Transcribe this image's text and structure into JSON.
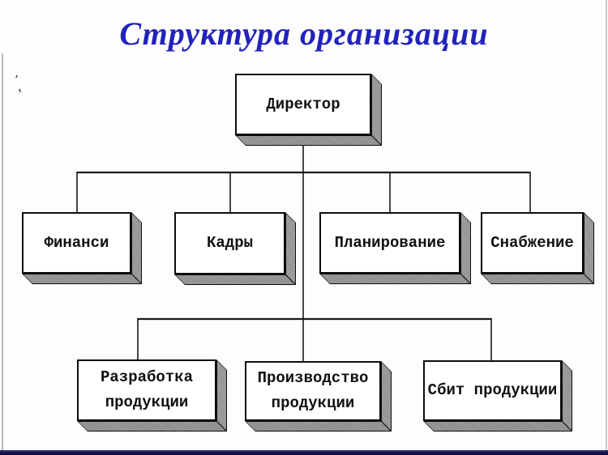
{
  "slide": {
    "title": "Структура организации",
    "artifacts": [
      "’",
      "‚"
    ]
  },
  "org": {
    "nodes": [
      {
        "id": "director",
        "lines": [
          "Директор"
        ]
      },
      {
        "id": "finance",
        "lines": [
          "Финанси"
        ]
      },
      {
        "id": "personnel",
        "lines": [
          "Кадры"
        ]
      },
      {
        "id": "planning",
        "lines": [
          "Планирование"
        ]
      },
      {
        "id": "supply",
        "lines": [
          "Снабжение"
        ]
      },
      {
        "id": "product-development",
        "lines": [
          "Разработка",
          "продукции"
        ]
      },
      {
        "id": "production",
        "lines": [
          "Производство",
          "продукции"
        ]
      },
      {
        "id": "sales",
        "lines": [
          "Сбит продукции"
        ]
      }
    ],
    "edges": [
      [
        "director",
        "finance"
      ],
      [
        "director",
        "personnel"
      ],
      [
        "director",
        "planning"
      ],
      [
        "director",
        "supply"
      ],
      [
        "director",
        "product-development"
      ],
      [
        "director",
        "production"
      ],
      [
        "director",
        "sales"
      ]
    ]
  },
  "colors": {
    "title_text": "#2222bd",
    "box_face": "#ffffff",
    "box_border": "#0d0d0d",
    "box_shadow": "#949494",
    "connector": "#1a1a1a",
    "footer_bar": "#17174e",
    "background": "#fdfdfd"
  }
}
